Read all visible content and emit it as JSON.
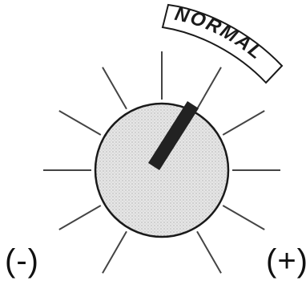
{
  "dial": {
    "setting_label": "NORMAL",
    "min_label": "(-)",
    "max_label": "(+)",
    "tick_count": 11,
    "pointer_position": "NORMAL",
    "colors": {
      "ink": "#1a1a1a",
      "knob_fill": "#d9d9d9",
      "pointer": "#222222",
      "tick": "#444444"
    }
  }
}
